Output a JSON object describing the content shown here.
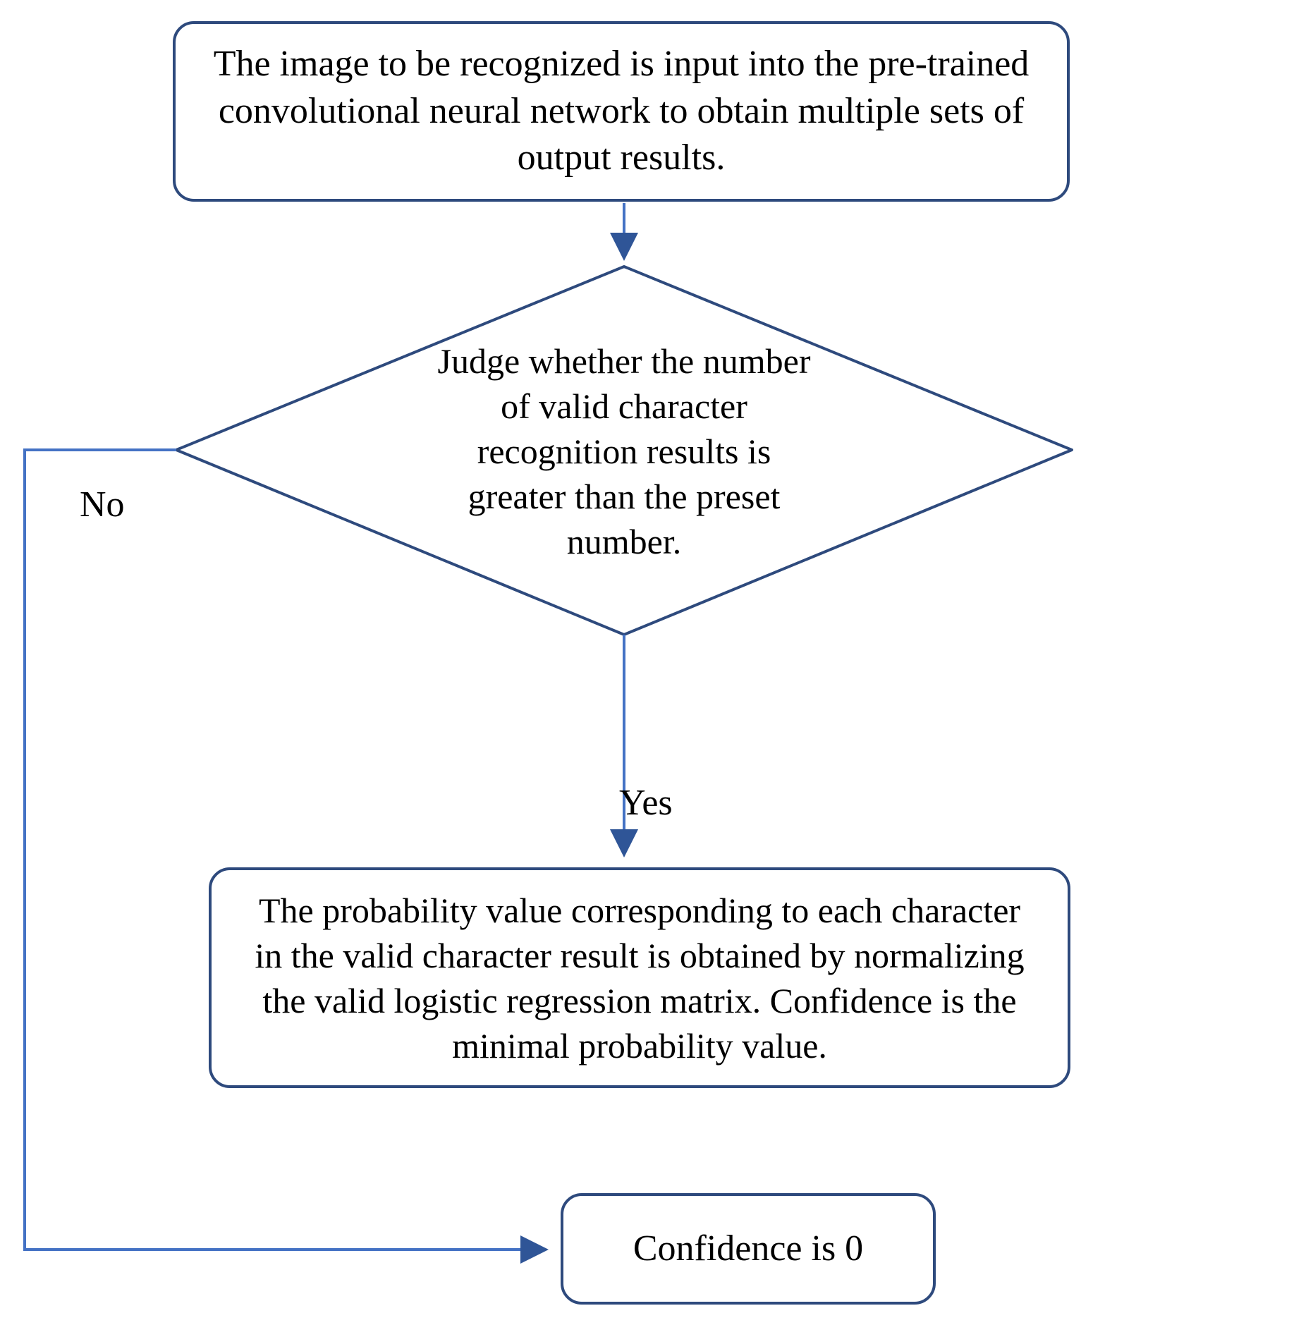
{
  "diagram": {
    "type": "flowchart",
    "title": "Character recognition confidence flowchart",
    "colors": {
      "node_border": "#2e4a7d",
      "node_fill": "#ffffff",
      "connector": "#4472c4",
      "text": "#000000",
      "background": "#ffffff"
    },
    "nodes": [
      {
        "id": "input",
        "shape": "rounded-rectangle",
        "text": "The image to be recognized is input into the pre-trained convolutional neural network to obtain multiple sets of output results.",
        "lines": [
          "The image to be recognized is input into the pre-trained",
          "convolutional neural network to obtain multiple sets of",
          "output results."
        ]
      },
      {
        "id": "decision",
        "shape": "diamond",
        "text": "Judge whether the number of valid character recognition results is greater than the preset number.",
        "lines": [
          "Judge whether the number",
          "of valid character",
          "recognition results is",
          "greater than the preset",
          "number."
        ]
      },
      {
        "id": "normalize",
        "shape": "rounded-rectangle",
        "text": "The probability value corresponding to each character in the valid character result is obtained by normalizing the valid logistic regression matrix. Confidence is the minimal probability value.",
        "lines": [
          "The probability value corresponding to each character",
          "in the valid character result is obtained by normalizing",
          "the valid logistic regression matrix. Confidence is the",
          "minimal probability value."
        ]
      },
      {
        "id": "zero",
        "shape": "rounded-rectangle",
        "text": "Confidence is 0",
        "lines": [
          "Confidence is 0"
        ]
      }
    ],
    "edges": [
      {
        "id": "input-to-decision",
        "from": "input",
        "to": "decision",
        "label": ""
      },
      {
        "id": "decision-yes",
        "from": "decision",
        "to": "normalize",
        "label": "Yes"
      },
      {
        "id": "decision-no",
        "from": "decision",
        "to": "zero",
        "label": "No"
      }
    ],
    "labels": {
      "no": "No",
      "yes": "Yes"
    }
  }
}
